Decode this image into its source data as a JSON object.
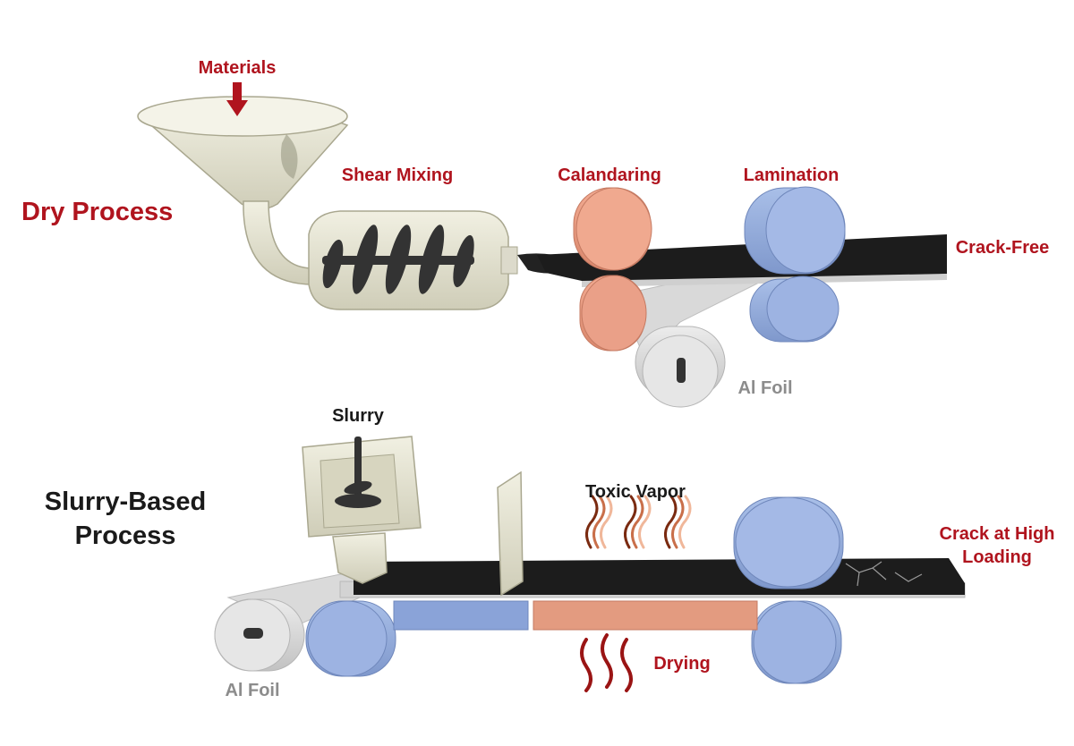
{
  "dry": {
    "title": "Dry Process",
    "materials": "Materials",
    "shear_mixing": "Shear Mixing",
    "calandaring": "Calandaring",
    "lamination": "Lamination",
    "result": "Crack-Free",
    "foil": "Al Foil"
  },
  "slurry": {
    "title_line1": "Slurry-Based",
    "title_line2": "Process",
    "slurry": "Slurry",
    "toxic_vapor": "Toxic Vapor",
    "result_line1": "Crack at High",
    "result_line2": "Loading",
    "drying": "Drying",
    "foil": "Al Foil"
  },
  "colors": {
    "label_red": "#b0141e",
    "label_dark": "#1a1a1a",
    "label_grey": "#8c8c8c",
    "machine_beige": "#e3e2cf",
    "roller_blue": "#93acdc",
    "roller_salmon": "#e89a80",
    "electrode_black": "#1c1c1c",
    "foil_grey": "#d6d6d6"
  }
}
